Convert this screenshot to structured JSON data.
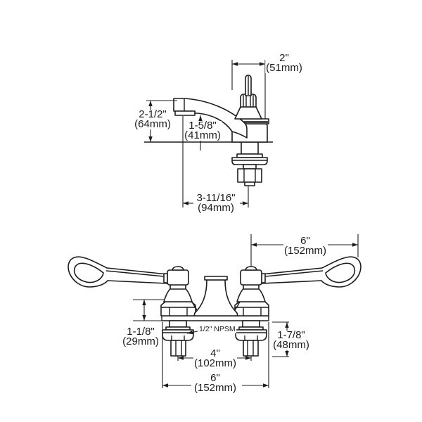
{
  "top_view": {
    "handle_clearance": {
      "in": "2\"",
      "mm": "(51mm)"
    },
    "spout_height": {
      "in": "2-1/2\"",
      "mm": "(64mm)"
    },
    "outlet_height": {
      "in": "1-5/8\"",
      "mm": "(41mm)"
    },
    "spout_reach": {
      "in": "3-11/16\"",
      "mm": "(94mm)"
    }
  },
  "bottom_view": {
    "handle_length": {
      "in": "6\"",
      "mm": "(152mm)"
    },
    "body_height": {
      "in": "1-1/8\"",
      "mm": "(29mm)"
    },
    "inlet_thread_label": "1/2\" NPSM",
    "under_deck_clearance": {
      "in": "1-7/8\"",
      "mm": "(48mm)"
    },
    "faucet_centers": {
      "in": "4\"",
      "mm": "(102mm)"
    },
    "body_width": {
      "in": "6\"",
      "mm": "(152mm)"
    }
  },
  "colors": {
    "line": "#1c1c1c",
    "background": "#ffffff"
  }
}
